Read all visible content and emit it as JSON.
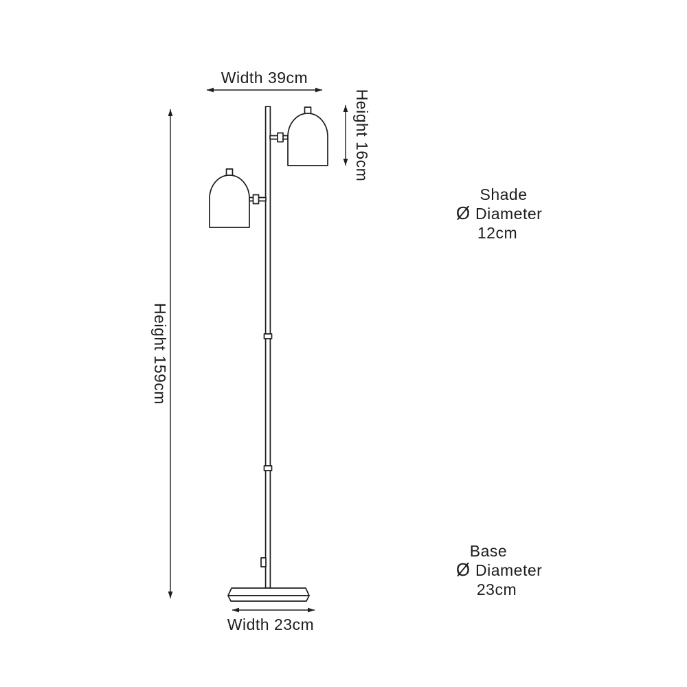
{
  "colors": {
    "line-color": "#1d1d1f",
    "background": "#ffffff"
  },
  "dimensions": {
    "top_width": "Width 39cm",
    "shade_height": "Height 16cm",
    "total_height": "Height 159cm",
    "base_width": "Width 23cm"
  },
  "shade_spec": {
    "title": "Shade",
    "diameter_symbol": "Ø",
    "property": "Diameter",
    "value": "12cm"
  },
  "base_spec": {
    "title": "Base",
    "diameter_symbol": "Ø",
    "property": "Diameter",
    "value": "23cm"
  }
}
